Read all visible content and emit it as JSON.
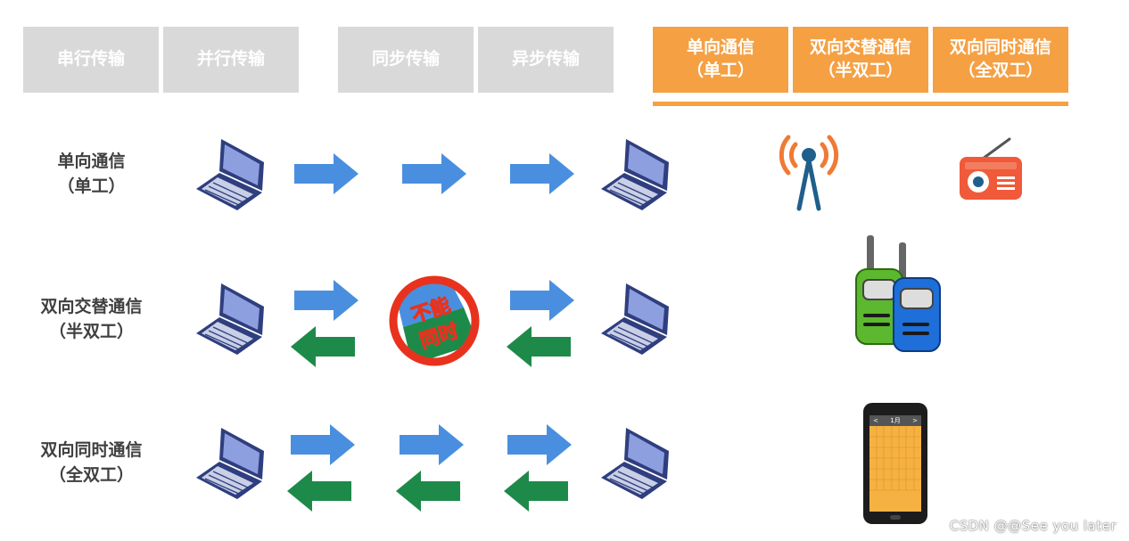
{
  "header": {
    "tabs_gray": [
      "串行传输",
      "并行传输",
      "同步传输",
      "异步传输"
    ],
    "tabs_orange": [
      {
        "line1": "单向通信",
        "line2": "（单工）"
      },
      {
        "line1": "双向交替通信",
        "line2": "（半双工）"
      },
      {
        "line1": "双向同时通信",
        "line2": "（全双工）"
      }
    ]
  },
  "rows": [
    {
      "line1": "单向通信",
      "line2": "（单工）"
    },
    {
      "line1": "双向交替通信",
      "line2": "（半双工）"
    },
    {
      "line1": "双向同时通信",
      "line2": "（全双工）"
    }
  ],
  "badge": {
    "line1": "不能",
    "line2": "同时"
  },
  "phone": {
    "header": "1月",
    "prev": "<",
    "next": ">"
  },
  "watermark": "CSDN @@See  you   later",
  "colors": {
    "gray_tab": "#d9d9d9",
    "orange_tab": "#f5a043",
    "forward_arrow": "#4a8fdf",
    "back_arrow": "#1e8a4a",
    "laptop": "#2f3e7e",
    "no_sign": "#e8321e"
  }
}
